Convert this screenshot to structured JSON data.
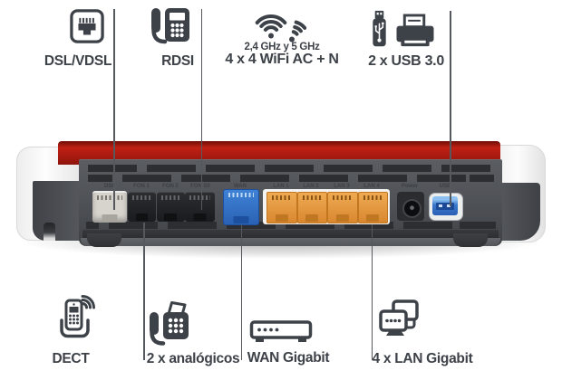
{
  "top": {
    "dsl_label": "DSL/VDSL",
    "rdsi_label": "RDSI",
    "wifi_freq": "2,4 GHz y 5 GHz",
    "wifi_label": "4 x 4 WiFi AC + N",
    "usb_label": "2 x USB 3.0"
  },
  "bottom": {
    "dect_label": "DECT",
    "analog_label": "2 x analógicos",
    "wan_label": "WAN Gigabit",
    "lan_label": "4 x LAN Gigabit"
  },
  "router": {
    "port_labels": [
      "DSL",
      "FON 1",
      "FON 2",
      "FON S0",
      "WAN",
      "LAN 1",
      "LAN 2",
      "LAN 3",
      "LAN 4",
      "Power",
      "USB"
    ]
  },
  "colors": {
    "icon_gray": "#3d4249",
    "callout_line": "#55585d",
    "brand_red": "#b41c12",
    "panel_gray": "#515459",
    "port_gray": "#d7d4ce",
    "port_black": "#1f2124",
    "port_blue": "#2e6fc2",
    "port_orange": "#e2933c",
    "usb_blue": "#3a78cc"
  }
}
